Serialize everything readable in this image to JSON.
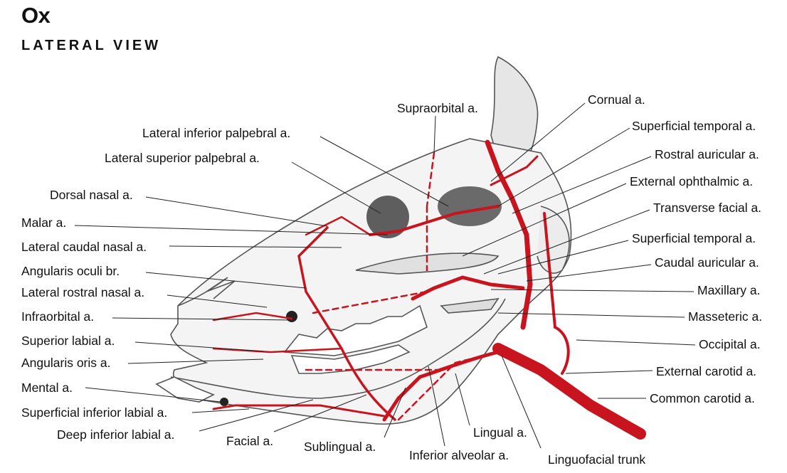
{
  "title": "Ox",
  "subtitle": "LATERAL VIEW",
  "colors": {
    "artery": "#c8141e",
    "bone_outline": "#555555",
    "bone_shade": "#cfcfcf",
    "orbit": "#5e5e5e"
  },
  "labels": {
    "supraorbital": "Supraorbital a.",
    "lateral_inferior_palpebral": "Lateral inferior palpebral a.",
    "lateral_superior_palpebral": "Lateral superior palpebral a.",
    "dorsal_nasal": "Dorsal nasal a.",
    "malar": "Malar a.",
    "lateral_caudal_nasal": "Lateral caudal nasal a.",
    "angularis_oculi": "Angularis oculi br.",
    "lateral_rostral_nasal": "Lateral rostral nasal a.",
    "infraorbital": "Infraorbital a.",
    "superior_labial": "Superior labial a.",
    "angularis_oris": "Angularis oris a.",
    "mental": "Mental a.",
    "superficial_inferior_labial": "Superficial inferior labial a.",
    "deep_inferior_labial": "Deep inferior labial a.",
    "facial": "Facial a.",
    "sublingual": "Sublingual a.",
    "inferior_alveolar": "Inferior alveolar a.",
    "lingual": "Lingual a.",
    "linguofacial_trunk": "Linguofacial trunk",
    "cornual": "Cornual a.",
    "superficial_temporal_1": "Superficial temporal a.",
    "rostral_auricular": "Rostral auricular a.",
    "external_ophthalmic": "External ophthalmic a.",
    "transverse_facial": "Transverse facial a.",
    "superficial_temporal_2": "Superficial temporal a.",
    "caudal_auricular": "Caudal auricular a.",
    "maxillary": "Maxillary a.",
    "masseteric": "Masseteric a.",
    "occipital": "Occipital a.",
    "external_carotid": "External carotid a.",
    "common_carotid": "Common carotid a."
  }
}
